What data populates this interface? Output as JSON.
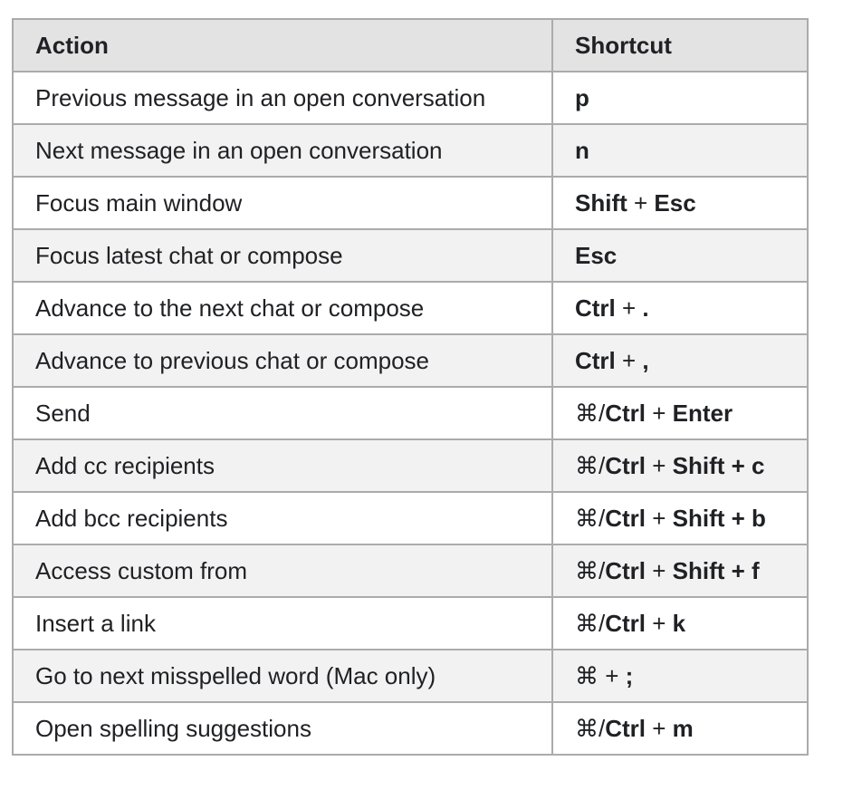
{
  "table": {
    "headers": [
      "Action",
      "Shortcut"
    ],
    "rows": [
      {
        "action": "Previous message in an open conversation",
        "shortcut": [
          {
            "t": "p",
            "b": true
          }
        ]
      },
      {
        "action": "Next message in an open conversation",
        "shortcut": [
          {
            "t": "n",
            "b": true
          }
        ]
      },
      {
        "action": "Focus main window",
        "shortcut": [
          {
            "t": "Shift",
            "b": true
          },
          {
            "t": " + ",
            "b": false
          },
          {
            "t": "Esc",
            "b": true
          }
        ]
      },
      {
        "action": "Focus latest chat or compose",
        "shortcut": [
          {
            "t": "Esc",
            "b": true
          }
        ]
      },
      {
        "action": "Advance to the next chat or compose",
        "shortcut": [
          {
            "t": "Ctrl",
            "b": true
          },
          {
            "t": " + ",
            "b": false
          },
          {
            "t": ".",
            "b": true
          }
        ]
      },
      {
        "action": "Advance to previous chat or compose",
        "shortcut": [
          {
            "t": "Ctrl",
            "b": true
          },
          {
            "t": " + ",
            "b": false
          },
          {
            "t": ",",
            "b": true
          }
        ]
      },
      {
        "action": "Send",
        "shortcut": [
          {
            "t": "⌘/",
            "b": false
          },
          {
            "t": "Ctrl",
            "b": true
          },
          {
            "t": " + ",
            "b": false
          },
          {
            "t": "Enter",
            "b": true
          }
        ]
      },
      {
        "action": "Add cc recipients",
        "shortcut": [
          {
            "t": "⌘/",
            "b": false
          },
          {
            "t": "Ctrl",
            "b": true
          },
          {
            "t": " + ",
            "b": false
          },
          {
            "t": "Shift + c",
            "b": true
          }
        ]
      },
      {
        "action": "Add bcc recipients",
        "shortcut": [
          {
            "t": "⌘/",
            "b": false
          },
          {
            "t": "Ctrl",
            "b": true
          },
          {
            "t": " + ",
            "b": false
          },
          {
            "t": "Shift + b",
            "b": true
          }
        ]
      },
      {
        "action": "Access custom from",
        "shortcut": [
          {
            "t": "⌘/",
            "b": false
          },
          {
            "t": "Ctrl",
            "b": true
          },
          {
            "t": " + ",
            "b": false
          },
          {
            "t": "Shift + f",
            "b": true
          }
        ]
      },
      {
        "action": "Insert a link",
        "shortcut": [
          {
            "t": "⌘/",
            "b": false
          },
          {
            "t": "Ctrl",
            "b": true
          },
          {
            "t": " + ",
            "b": false
          },
          {
            "t": "k",
            "b": true
          }
        ]
      },
      {
        "action": "Go to next misspelled word (Mac only)",
        "shortcut": [
          {
            "t": "⌘",
            "b": false
          },
          {
            "t": " + ",
            "b": false
          },
          {
            "t": ";",
            "b": true
          }
        ]
      },
      {
        "action": "Open spelling suggestions",
        "shortcut": [
          {
            "t": "⌘/",
            "b": false
          },
          {
            "t": "Ctrl",
            "b": true
          },
          {
            "t": " + ",
            "b": false
          },
          {
            "t": "m",
            "b": true
          }
        ]
      }
    ]
  },
  "colors": {
    "header_bg": "#e3e3e3",
    "row_alt_bg": "#f2f2f2",
    "border": "#ababab",
    "text": "#202124"
  }
}
